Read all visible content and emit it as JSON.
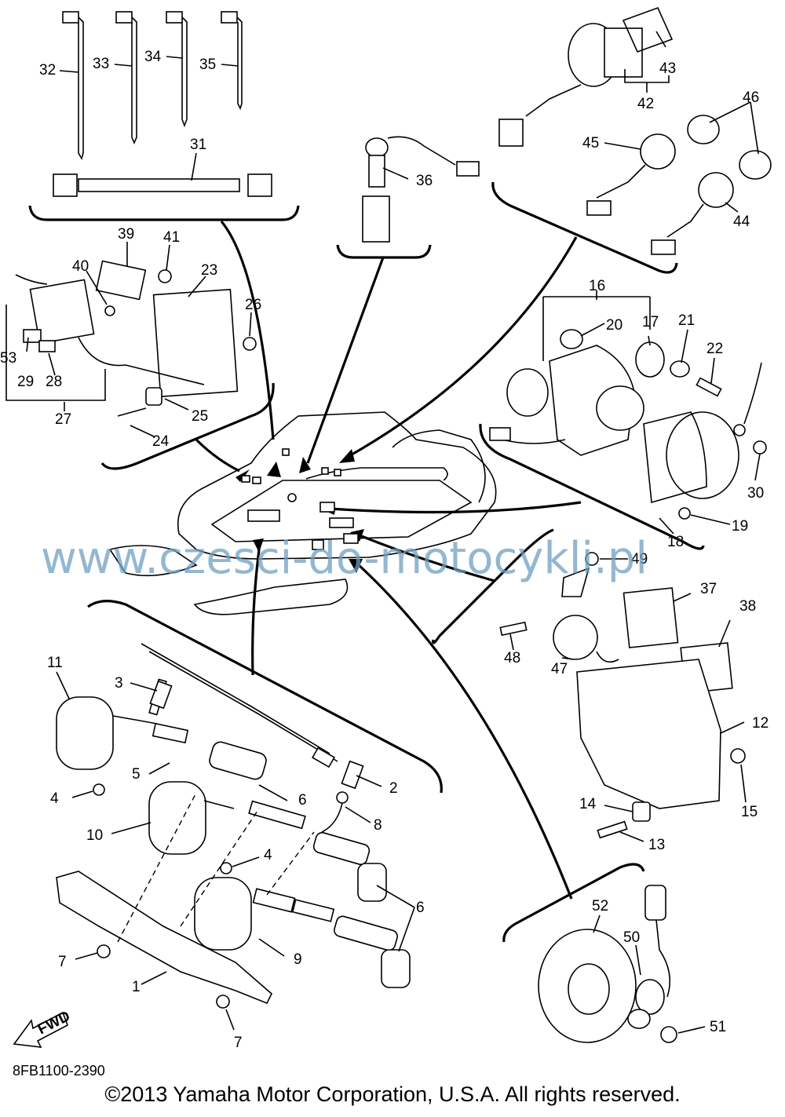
{
  "diagram": {
    "labels": [
      "1",
      "2",
      "3",
      "4",
      "4",
      "5",
      "6",
      "6",
      "7",
      "7",
      "8",
      "9",
      "10",
      "11",
      "12",
      "13",
      "14",
      "15",
      "16",
      "17",
      "18",
      "19",
      "20",
      "21",
      "22",
      "23",
      "24",
      "25",
      "26",
      "27",
      "28",
      "29",
      "30",
      "31",
      "32",
      "33",
      "34",
      "35",
      "36",
      "37",
      "38",
      "39",
      "40",
      "41",
      "42",
      "43",
      "44",
      "45",
      "46",
      "47",
      "48",
      "49",
      "50",
      "51",
      "52",
      "53"
    ],
    "fwd_label": "FWD",
    "watermark": "www.czesci-do-motocykli.pl",
    "drawing_code": "8FB1100-2390"
  },
  "footer": {
    "copyright": "©2013 Yamaha Motor Corporation, U.S.A. All rights reserved."
  }
}
